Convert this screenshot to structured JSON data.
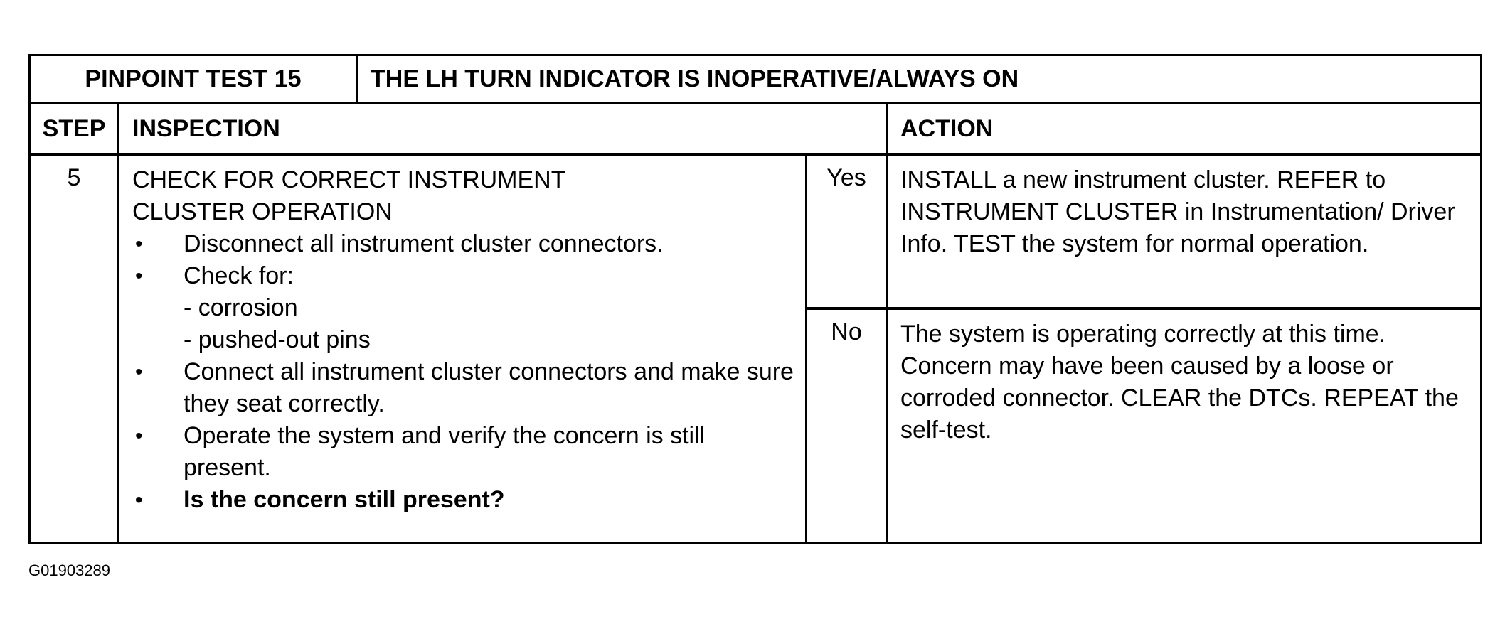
{
  "pinpoint": {
    "label": "PINPOINT TEST 15",
    "title": "THE LH TURN INDICATOR IS INOPERATIVE/ALWAYS ON"
  },
  "headers": {
    "step": "STEP",
    "inspection": "INSPECTION",
    "action": "ACTION"
  },
  "step": {
    "number": "5",
    "title_line1": "CHECK FOR CORRECT INSTRUMENT",
    "title_line2": "CLUSTER OPERATION",
    "bullet_glyph": "•",
    "items": [
      {
        "text": "Disconnect all instrument cluster connectors."
      },
      {
        "text": "Check for:"
      }
    ],
    "sub_items": [
      "- corrosion",
      "- pushed-out pins"
    ],
    "items_after": [
      {
        "text": "Connect all instrument cluster connectors and make sure they seat correctly."
      },
      {
        "text": "Operate the system and verify the concern is still present."
      }
    ],
    "question": "Is the concern still present?"
  },
  "answers": {
    "yes_label": "Yes",
    "no_label": "No",
    "yes_action": "INSTALL a new instrument cluster. REFER to INSTRUMENT CLUSTER in Instrumentation/ Driver Info. TEST the system for normal operation.",
    "no_action": "The system is operating correctly at this time. Concern may have been caused by a loose or corroded connector.  CLEAR the DTCs. REPEAT the self-test."
  },
  "figure_id": "G01903289"
}
